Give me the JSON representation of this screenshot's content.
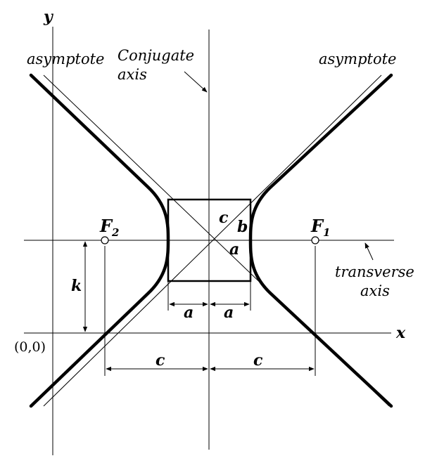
{
  "labels": {
    "y_axis": "y",
    "x_axis": "x",
    "origin": "(0,0)",
    "asymptote_left": "asymptote",
    "asymptote_right": "asymptote",
    "conjugate_line1": "Conjugate",
    "conjugate_line2": "axis",
    "transverse_line1": "transverse",
    "transverse_line2": "axis",
    "focus2": "F",
    "focus2_sub": "2",
    "focus1": "F",
    "focus1_sub": "1",
    "k": "k",
    "a_left": "a",
    "a_right": "a",
    "c_left": "c",
    "c_right": "c",
    "box_c": "c",
    "box_b": "b",
    "box_a": "a"
  }
}
